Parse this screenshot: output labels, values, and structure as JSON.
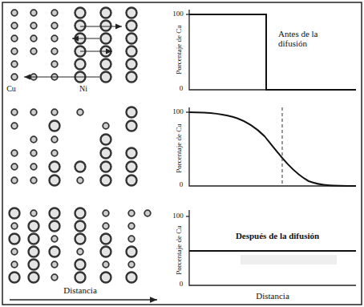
{
  "diagram": {
    "labels": [
      "Cu",
      "Ni",
      "100",
      "Porcentaje de Cu",
      "0",
      "Antes de la difusión",
      "100",
      "Porcentaje de Cu",
      "0",
      "100",
      "Porcentaje de Cu",
      "0",
      "Después de la difusión",
      "Distancia",
      "Distancia"
    ]
  }
}
